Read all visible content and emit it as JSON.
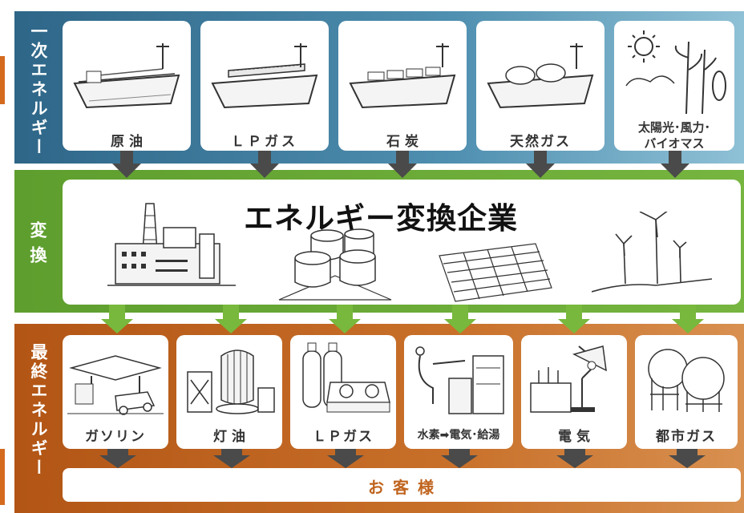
{
  "primary": {
    "label": "一次エネルギー",
    "items": [
      {
        "label": "原 油",
        "icon": "crude-oil-tanker-icon"
      },
      {
        "label": "ＬＰガス",
        "icon": "lpg-tanker-icon"
      },
      {
        "label": "石 炭",
        "icon": "coal-ship-icon"
      },
      {
        "label": "天然ガス",
        "icon": "lng-tanker-icon"
      },
      {
        "label_line1": "太陽光･風力･",
        "label_line2": "バイオマス",
        "icon": "renewables-icon"
      }
    ]
  },
  "conversion": {
    "label": "変換",
    "title": "エネルギー変換企業"
  },
  "final": {
    "label": "最終エネルギー",
    "items": [
      {
        "label": "ガソリン",
        "icon": "gas-station-icon"
      },
      {
        "label": "灯 油",
        "icon": "kerosene-heater-icon"
      },
      {
        "label": "ＬＰガス",
        "icon": "lpg-cylinder-stove-icon"
      },
      {
        "label": "水素➡電気･給湯",
        "icon": "hydrogen-fuel-cell-icon"
      },
      {
        "label": "電 気",
        "icon": "electricity-lamp-icon"
      },
      {
        "label": "都市ガス",
        "icon": "gas-tank-icon"
      }
    ]
  },
  "customer": {
    "label": "お 客 様"
  },
  "colors": {
    "primary_band": "#3f7b9c",
    "conversion_band": "#6aac3a",
    "final_band": "#c0641e",
    "customer_text": "#c0641e",
    "dark_arrow": "#4a4a4a",
    "green_arrow": "#78b83c"
  }
}
